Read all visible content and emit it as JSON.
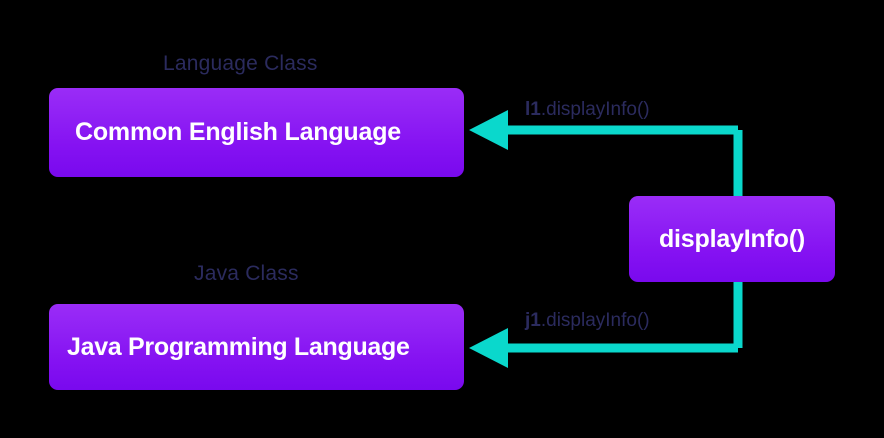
{
  "diagram": {
    "title_hidden": "",
    "background_color": "#000000",
    "accent_purple_top": "#9122F5",
    "accent_purple_bottom": "#7909EE",
    "accent_teal": "#0AD8CC",
    "label_navy": "#2B2B5E",
    "text_white": "#FFFFFF"
  },
  "captions": {
    "language_class": "Language Class",
    "java_class": "Java Class"
  },
  "boxes": {
    "english": {
      "label": "Common English Language"
    },
    "java": {
      "label": "Java Programming Language"
    },
    "method": {
      "label": "displayInfo()"
    }
  },
  "calls": {
    "top": {
      "object": "l1",
      "method": ".displayInfo()"
    },
    "bottom": {
      "object": "j1",
      "method": ".displayInfo()"
    }
  }
}
